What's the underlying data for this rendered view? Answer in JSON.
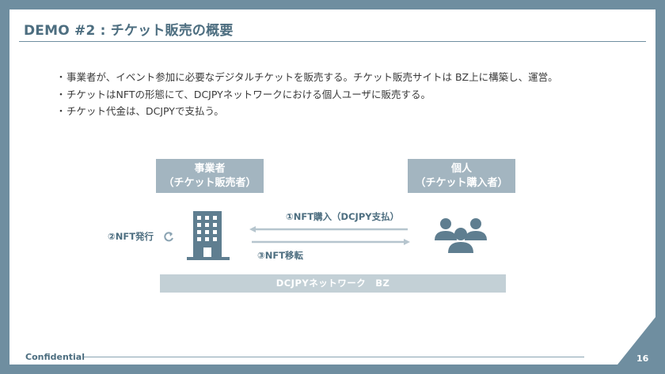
{
  "title": "DEMO #2 : チケット販売の概要",
  "bullets": [
    "事業者が、イベント参加に必要なデジタルチケットを販売する。チケット販売サイトは BZ上に構築し、運営。",
    "チケットはNFTの形態にて、DCJPYネットワークにおける個人ユーザに販売する。",
    "チケット代金は、DCJPYで支払う。"
  ],
  "bullet_marker": "・",
  "seller": {
    "line1": "事業者",
    "line2": "（チケット販売者）",
    "icon": "office-building-icon"
  },
  "buyer": {
    "line1": "個人",
    "line2": "（チケット購入者）",
    "icon": "users-group-icon"
  },
  "issue_label": "②NFT発行",
  "issue_icon": "refresh-arrow-icon",
  "purchase_label": "①NFT購入（DCJPY支払）",
  "transfer_label": "③NFT移転",
  "network_label": "DCJPYネットワーク　BZ",
  "footer": {
    "confidential": "Confidential",
    "page": "16"
  },
  "colors": {
    "frame": "#6f8ea0",
    "accent": "#4d6e80",
    "box": "#a3b5c0",
    "network": "#c3d0d6"
  }
}
